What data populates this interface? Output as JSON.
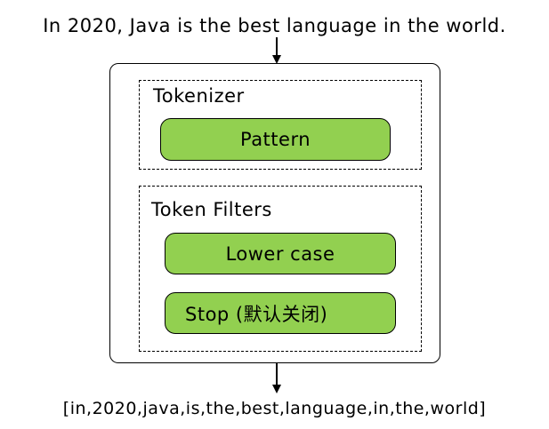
{
  "input_text": "In 2020, Java is the best language in the world.",
  "analyzer": {
    "tokenizer": {
      "title": "Tokenizer",
      "item": "Pattern"
    },
    "token_filters": {
      "title": "Token Filters",
      "items": [
        "Lower case",
        "Stop (默认关闭)"
      ]
    }
  },
  "output_text": "[in,2020,java,is,the,best,language,in,the,world]",
  "colors": {
    "pill_fill": "#92d050",
    "stroke": "#000000",
    "background": "#ffffff"
  }
}
